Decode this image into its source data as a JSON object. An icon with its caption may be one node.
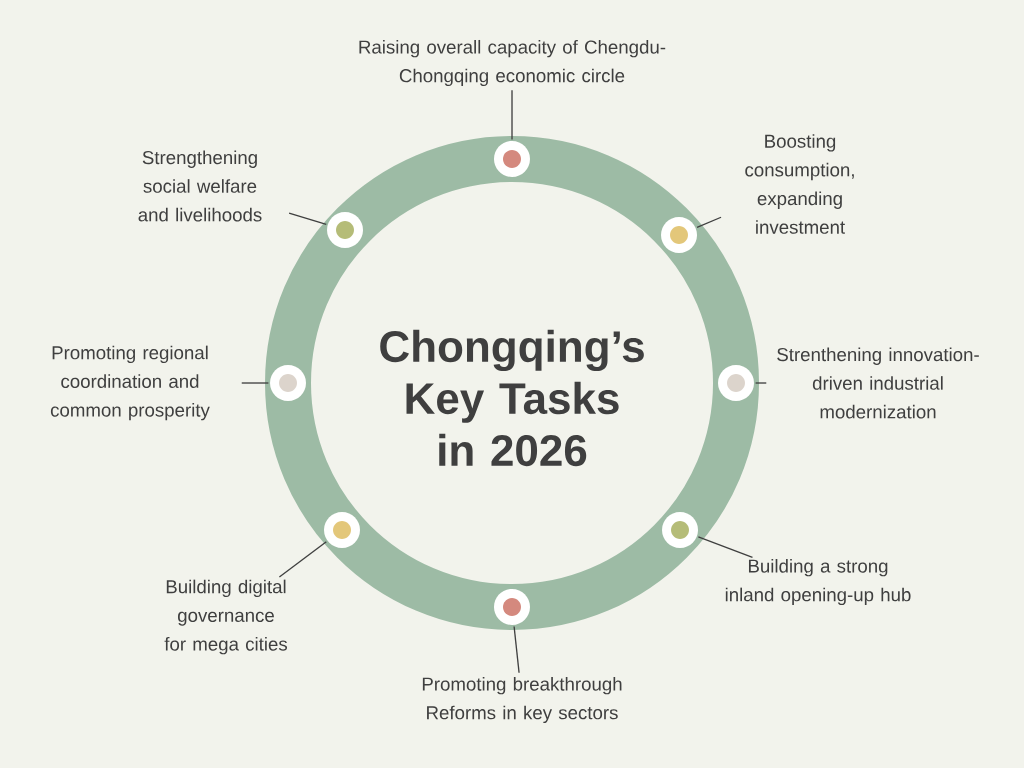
{
  "diagram": {
    "title": "Chongqing’s Key Tasks in 2026",
    "nodes": [
      {
        "text": [
          "Raising overall capacity of Chengdu-Chongqing economic circle"
        ]
      },
      {
        "text": [
          "Strengthening social welfare and livelihoods"
        ]
      },
      {
        "text": [
          "Boosting consumption, expanding investment"
        ]
      },
      {
        "text": [
          "Promoting regional coordination and common prosperity"
        ]
      },
      {
        "text": [
          "Strenthening innovation-driven industrial modernization"
        ]
      },
      {
        "text": [
          "Building a strong inland opening-up hub"
        ]
      },
      {
        "text": [
          "Building digital governance for mega cities"
        ]
      },
      {
        "text": [
          "Promoting breakthrough Reforms in key sectors"
        ]
      },
      {
        "text": [],
        "shape": "circle"
      },
      {
        "text": [],
        "shape": "circle"
      },
      {
        "text": [],
        "shape": "circle"
      },
      {
        "text": [],
        "shape": "circle"
      },
      {
        "text": [],
        "shape": "circle"
      },
      {
        "text": [],
        "shape": "circle"
      },
      {
        "text": [],
        "shape": "circle"
      },
      {
        "text": [],
        "shape": "circle"
      }
    ],
    "edges": [
      {
        "from": 0,
        "to": 8,
        "arrow": "none"
      },
      {
        "from": 1,
        "to": 9,
        "arrow": "none"
      },
      {
        "from": 2,
        "to": 10,
        "arrow": "none"
      },
      {
        "from": 3,
        "to": 11,
        "arrow": "none"
      },
      {
        "from": 4,
        "to": 12,
        "arrow": "none"
      },
      {
        "from": 5,
        "to": 14,
        "arrow": "none"
      },
      {
        "from": 6,
        "to": 13,
        "arrow": "none"
      },
      {
        "from": 7,
        "to": 15,
        "arrow": "none"
      }
    ]
  }
}
